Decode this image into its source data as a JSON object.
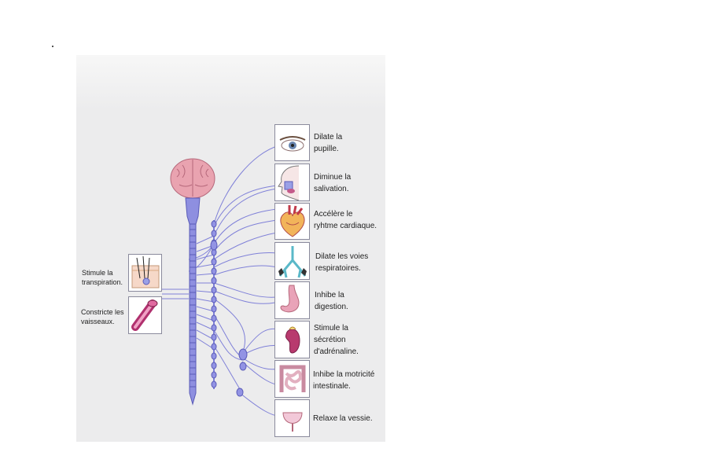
{
  "diagram": {
    "effects": [
      {
        "id": "eye",
        "organ_icon": "eye-icon",
        "lines": [
          "Dilate la",
          "pupille."
        ]
      },
      {
        "id": "salivary",
        "organ_icon": "head-profile-icon",
        "lines": [
          "Diminue la",
          "salivation."
        ]
      },
      {
        "id": "heart",
        "organ_icon": "heart-icon",
        "lines": [
          "Accélère le",
          "ryhtme cardiaque."
        ]
      },
      {
        "id": "lungs",
        "organ_icon": "lungs-icon",
        "lines": [
          "Dilate les voies",
          "respiratoires."
        ]
      },
      {
        "id": "stomach",
        "organ_icon": "stomach-icon",
        "lines": [
          "Inhibe la",
          "digestion."
        ]
      },
      {
        "id": "adrenal",
        "organ_icon": "kidney-icon",
        "lines": [
          "Stimule la",
          "sécrétion",
          "d'adrénaline."
        ]
      },
      {
        "id": "intestine",
        "organ_icon": "intestine-icon",
        "lines": [
          "Inhibe la motricité",
          "intestinale."
        ]
      },
      {
        "id": "bladder",
        "organ_icon": "bladder-icon",
        "lines": [
          "Relaxe la vessie."
        ]
      }
    ],
    "left_effects": [
      {
        "id": "skin",
        "organ_icon": "skin-section-icon",
        "lines": [
          "Stimule la",
          "transpiration."
        ]
      },
      {
        "id": "vessel",
        "organ_icon": "blood-vessel-icon",
        "lines": [
          "Constricte les",
          "vaisseaux."
        ]
      }
    ],
    "colors": {
      "nerve": "#7f80d8",
      "nerve_dark": "#5a5bb8",
      "brain": "#e9a3b0",
      "organ_pink": "#c45a8a"
    }
  }
}
